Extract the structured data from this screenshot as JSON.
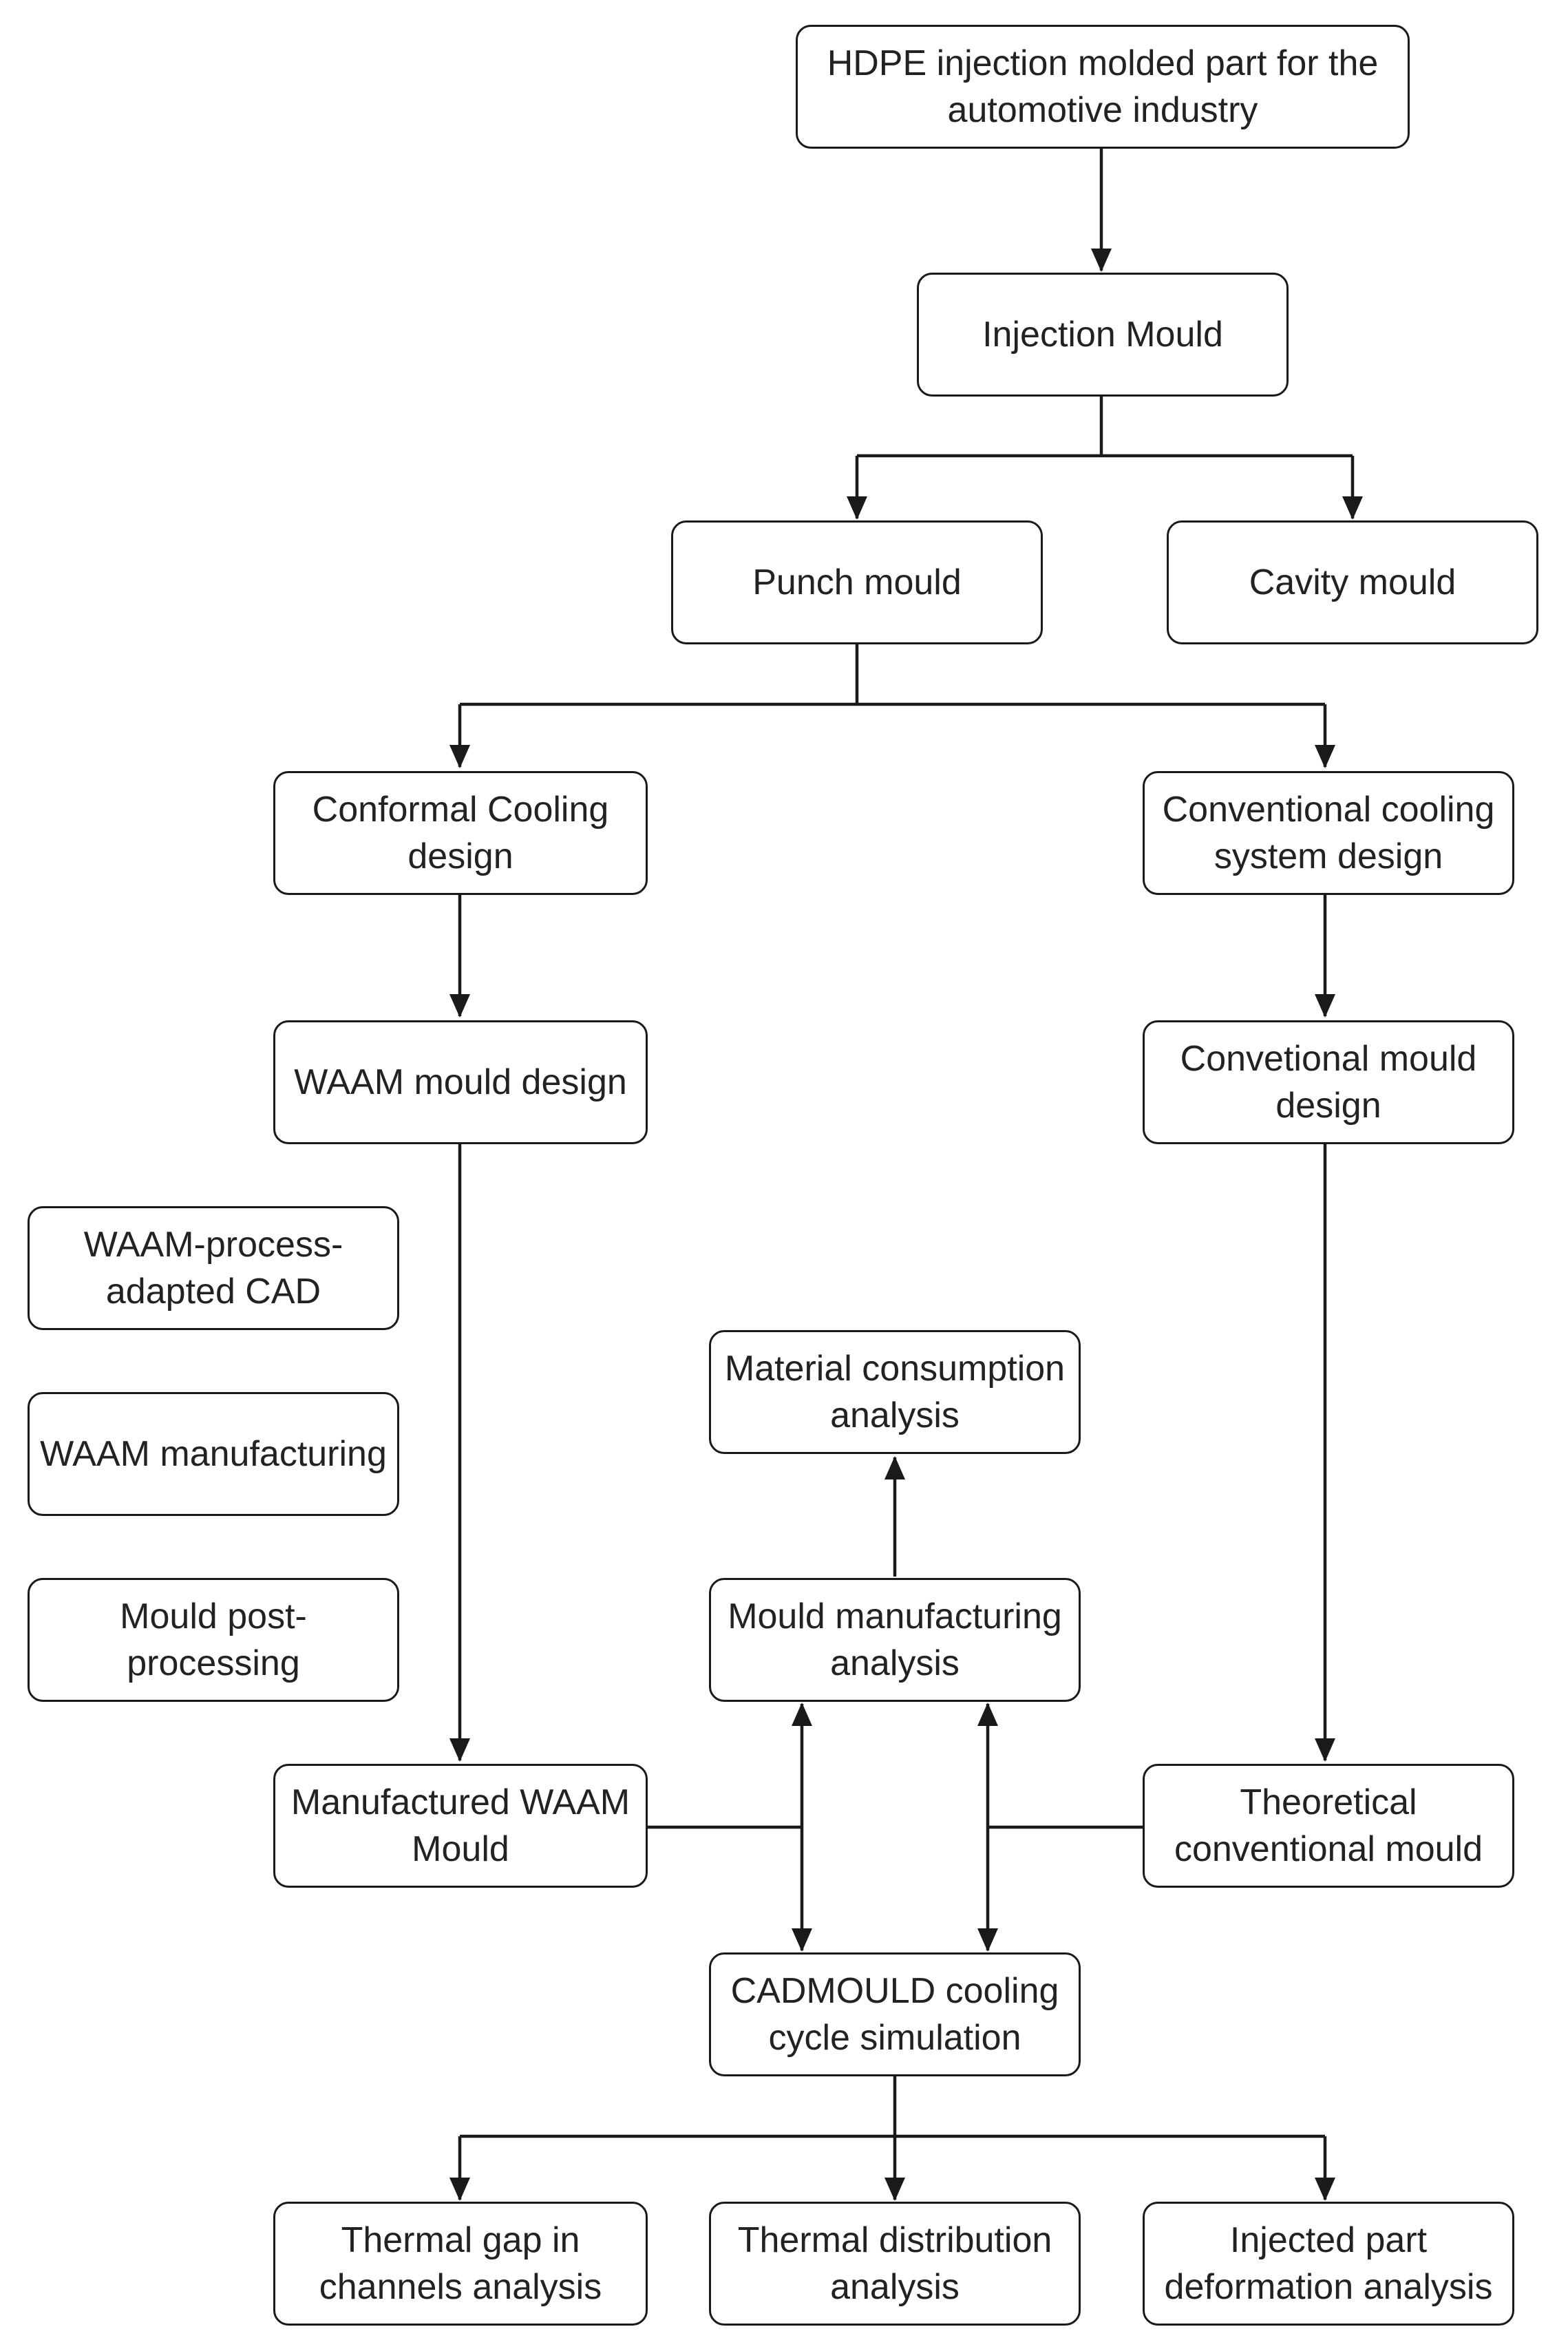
{
  "nodes": {
    "hdpe": "HDPE injection molded part for the automotive industry",
    "injection_mould": "Injection Mould",
    "punch_mould": "Punch mould",
    "cavity_mould": "Cavity mould",
    "conformal_cooling": "Conformal Cooling design",
    "conventional_cooling": "Conventional cooling system design",
    "waam_mould_design": "WAAM mould design",
    "conventional_mould_design": "Convetional mould design",
    "waam_cad": "WAAM-process-adapted CAD",
    "waam_manufacturing": "WAAM manufacturing",
    "mould_post_processing": "Mould post-processing",
    "material_consumption": "Material consumption analysis",
    "mould_manufacturing_analysis": "Mould manufacturing analysis",
    "manufactured_waam": "Manufactured WAAM Mould",
    "theoretical_conventional": "Theoretical conventional mould",
    "cadmould": "CADMOULD cooling cycle simulation",
    "thermal_gap": "Thermal gap in channels analysis",
    "thermal_distribution": "Thermal distribution analysis",
    "deformation": "Injected part deformation analysis"
  },
  "colors": {
    "line": "#1a1a1a",
    "border": "#1a1a1a",
    "text": "#222222",
    "background": "#ffffff"
  }
}
